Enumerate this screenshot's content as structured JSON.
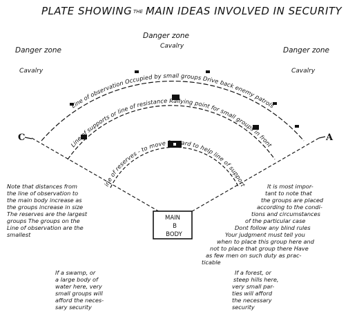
{
  "title": {
    "part1": "PLATE SHOWING",
    "part2": "THE",
    "part3": "MAIN IDEAS INVOLVED IN SECURITY"
  },
  "zones": {
    "center": {
      "label": "Danger zone",
      "cavalry": "Cavalry"
    },
    "left": {
      "label": "Danger zone",
      "cavalry": "Cavalry"
    },
    "right": {
      "label": "Danger zone",
      "cavalry": "Cavalry"
    }
  },
  "points": {
    "c": "C",
    "a": "A"
  },
  "arcs": {
    "observation": "Line of observation    Occupied by small groups    Drive back enemy patrols",
    "supports": "Line of supports or line of resistance    Rallying point for small groups in front",
    "reserves": "Line of reserves - to move forward to help line of supports"
  },
  "main_body": {
    "line1": "MAIN",
    "line2": "B",
    "line3": "BODY"
  },
  "notes": {
    "left": [
      "Note that distances from",
      "the line of observation to",
      "the main body increase as",
      "the groups increase in size",
      "The reserves are the largest",
      "groups The groups on the",
      "Line of observation are the",
      "smallest"
    ],
    "right": [
      "It is most impor-",
      "tant to note that",
      "the groups are placed",
      "according to the condi-",
      "tions and circumstances",
      "of the particular case",
      "Dont follow any blind rules",
      "Your judgment must tell you",
      "when to place this group here and",
      "not to place that group there  Have",
      "as few men on such duty as prac-",
      "ticable"
    ],
    "bottom_left": [
      "If a swamp, or",
      "a large body of",
      "water here, very",
      "small groups will",
      "afford the neces-",
      "sary security"
    ],
    "bottom_right": [
      "If a forest, or",
      "steep hills here,",
      "very small par-",
      "ties will afford",
      "the necessary",
      "security"
    ]
  }
}
